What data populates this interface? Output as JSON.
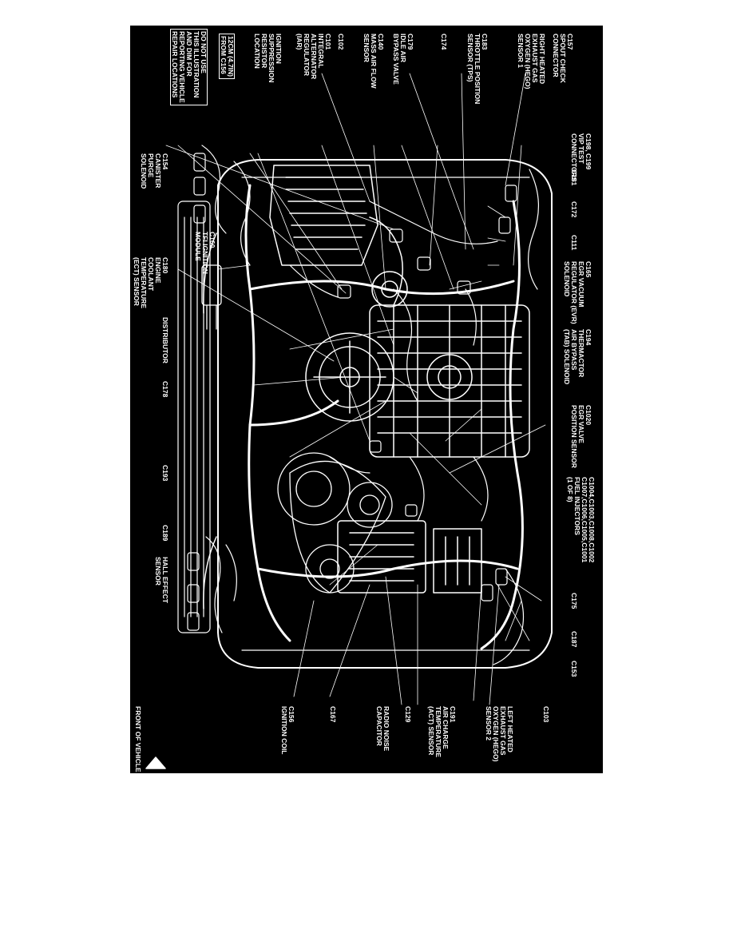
{
  "labels": {
    "c157": "C157\nSPOUT CHECK\nCONNECTOR",
    "right_ho2s": "RIGHT HEATED\nEXHAUST GAS\nOXYGEN (HEGO)\nSENSOR 1",
    "c183": "C183\nTHROTTLE POSITION\nSENSOR (TPS)",
    "c174": "C174",
    "c179": "C179\nIDLE AIR\nBYPASS VALVE",
    "c140": "C140\nMASS AIR FLOW\nSENSOR",
    "c101": "C101\nINTEGRAL\nALTERNATOR\nREGULATOR\n(IAR)",
    "c102": "C102",
    "ignition_suppression": "IGNITION\nSUPPRESSION\nRESISTOR\nLOCATION\n",
    "suppression_distance": "12CM (4.7IN)\nFROM C156",
    "do_not_use": "DO NOT USE\nTHIS ILLUSTRATION\nAND DIM FOR\nREPORTING VEHICLE\nREPAIR LOCATIONS",
    "c198": "C198, C199\nVIP TEST\nCONNECTORS",
    "c154": "C154\nCANISTER\nPURGE\nSOLENOID",
    "c181": "C181",
    "c160": "C160\nTFI IGNITION\nMODULE",
    "c172": "C172",
    "c111": "C111",
    "c165": "C165\nEGR VACUUM\nREGULATOR (EVR)\nSOLENOID",
    "c180": "C180\nENGINE\nCOOLANT\nTEMPERATURE\n(ECT) SENSOR",
    "distributor": "DISTRIBUTOR",
    "c194": "C194\nTHERMACTOR\nAIR BYPASS\n(TAB) SOLENOID",
    "c178": "C178",
    "c1020": "C1020\nEGR VALVE\nPOSITION SENSOR",
    "c193": "C193",
    "injectors": "C1004,C1003,C1008,C1002\nC1007,C1006,C1005,C1001\nFUEL INJECTORS\n(1 OF 8)",
    "c189": "C189",
    "hall_effect": "HALL EFFECT\nSENSOR",
    "c175": "C175",
    "c187": "C187",
    "c153": "C153",
    "c103": "C103",
    "left_ho2s": "LEFT HEATED\nEXHAUST GAS\nOXYGEN (HEGO)\nSENSOR 2",
    "c191": "C191\nAIR CHARGE\nTEMPERATURE\n(ACT) SENSOR",
    "c129": "C129",
    "radio_noise": "RADIO NOISE\nCAPACITOR",
    "c167": "C167",
    "c156": "C156\nIGNITION COIL",
    "front_of_vehicle": "FRONT OF VEHICLE"
  },
  "colors": {
    "background": "#000000",
    "ink": "#ffffff",
    "page": "#ffffff"
  }
}
